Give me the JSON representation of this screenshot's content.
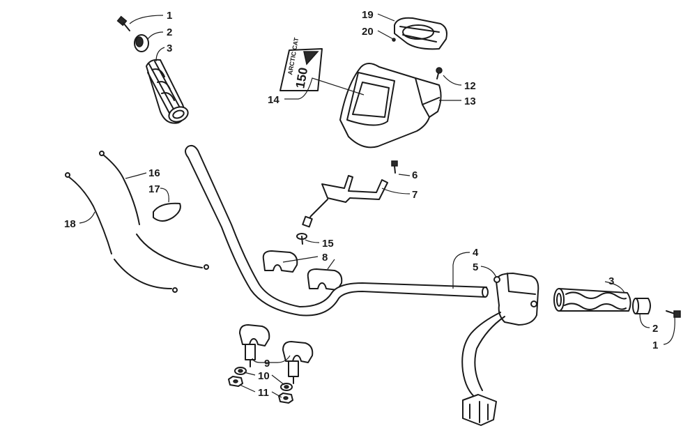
{
  "diagram": {
    "type": "exploded-parts-diagram",
    "callouts": {
      "c1_top": "1",
      "c2_top": "2",
      "c3_top": "3",
      "c19": "19",
      "c20": "20",
      "c12": "12",
      "c13": "13",
      "c14": "14",
      "c16": "16",
      "c17": "17",
      "c18": "18",
      "c6": "6",
      "c7": "7",
      "c15": "15",
      "c8": "8",
      "c4": "4",
      "c5": "5",
      "c3_right": "3",
      "c2_right": "2",
      "c1_right": "1",
      "c9": "9",
      "c10": "10",
      "c11": "11"
    },
    "decal": {
      "brand": "ARCTIC CAT",
      "number": "150"
    }
  }
}
